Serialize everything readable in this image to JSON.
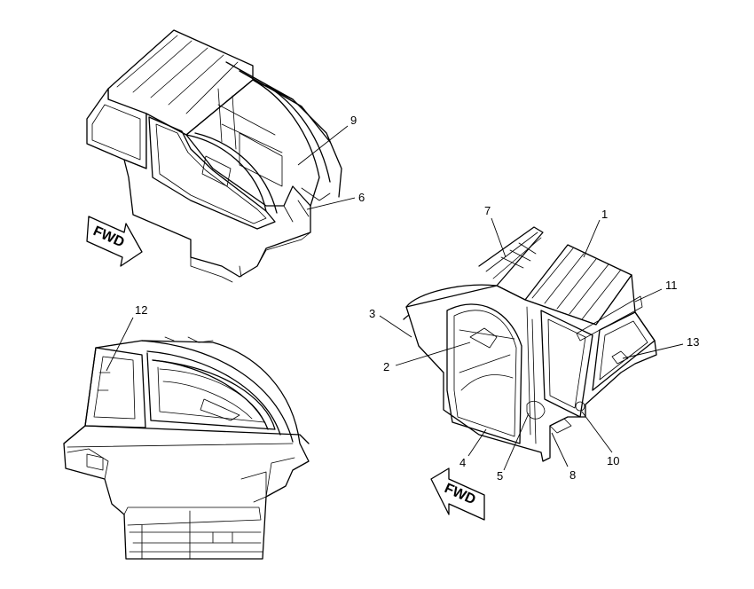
{
  "arrows": {
    "fwd_label": "FWD"
  },
  "callouts": {
    "c1": "1",
    "c2": "2",
    "c3": "3",
    "c4": "4",
    "c5": "5",
    "c6": "6",
    "c7": "7",
    "c8": "8",
    "c9": "9",
    "c10": "10",
    "c11": "11",
    "c12": "12",
    "c13": "13"
  }
}
